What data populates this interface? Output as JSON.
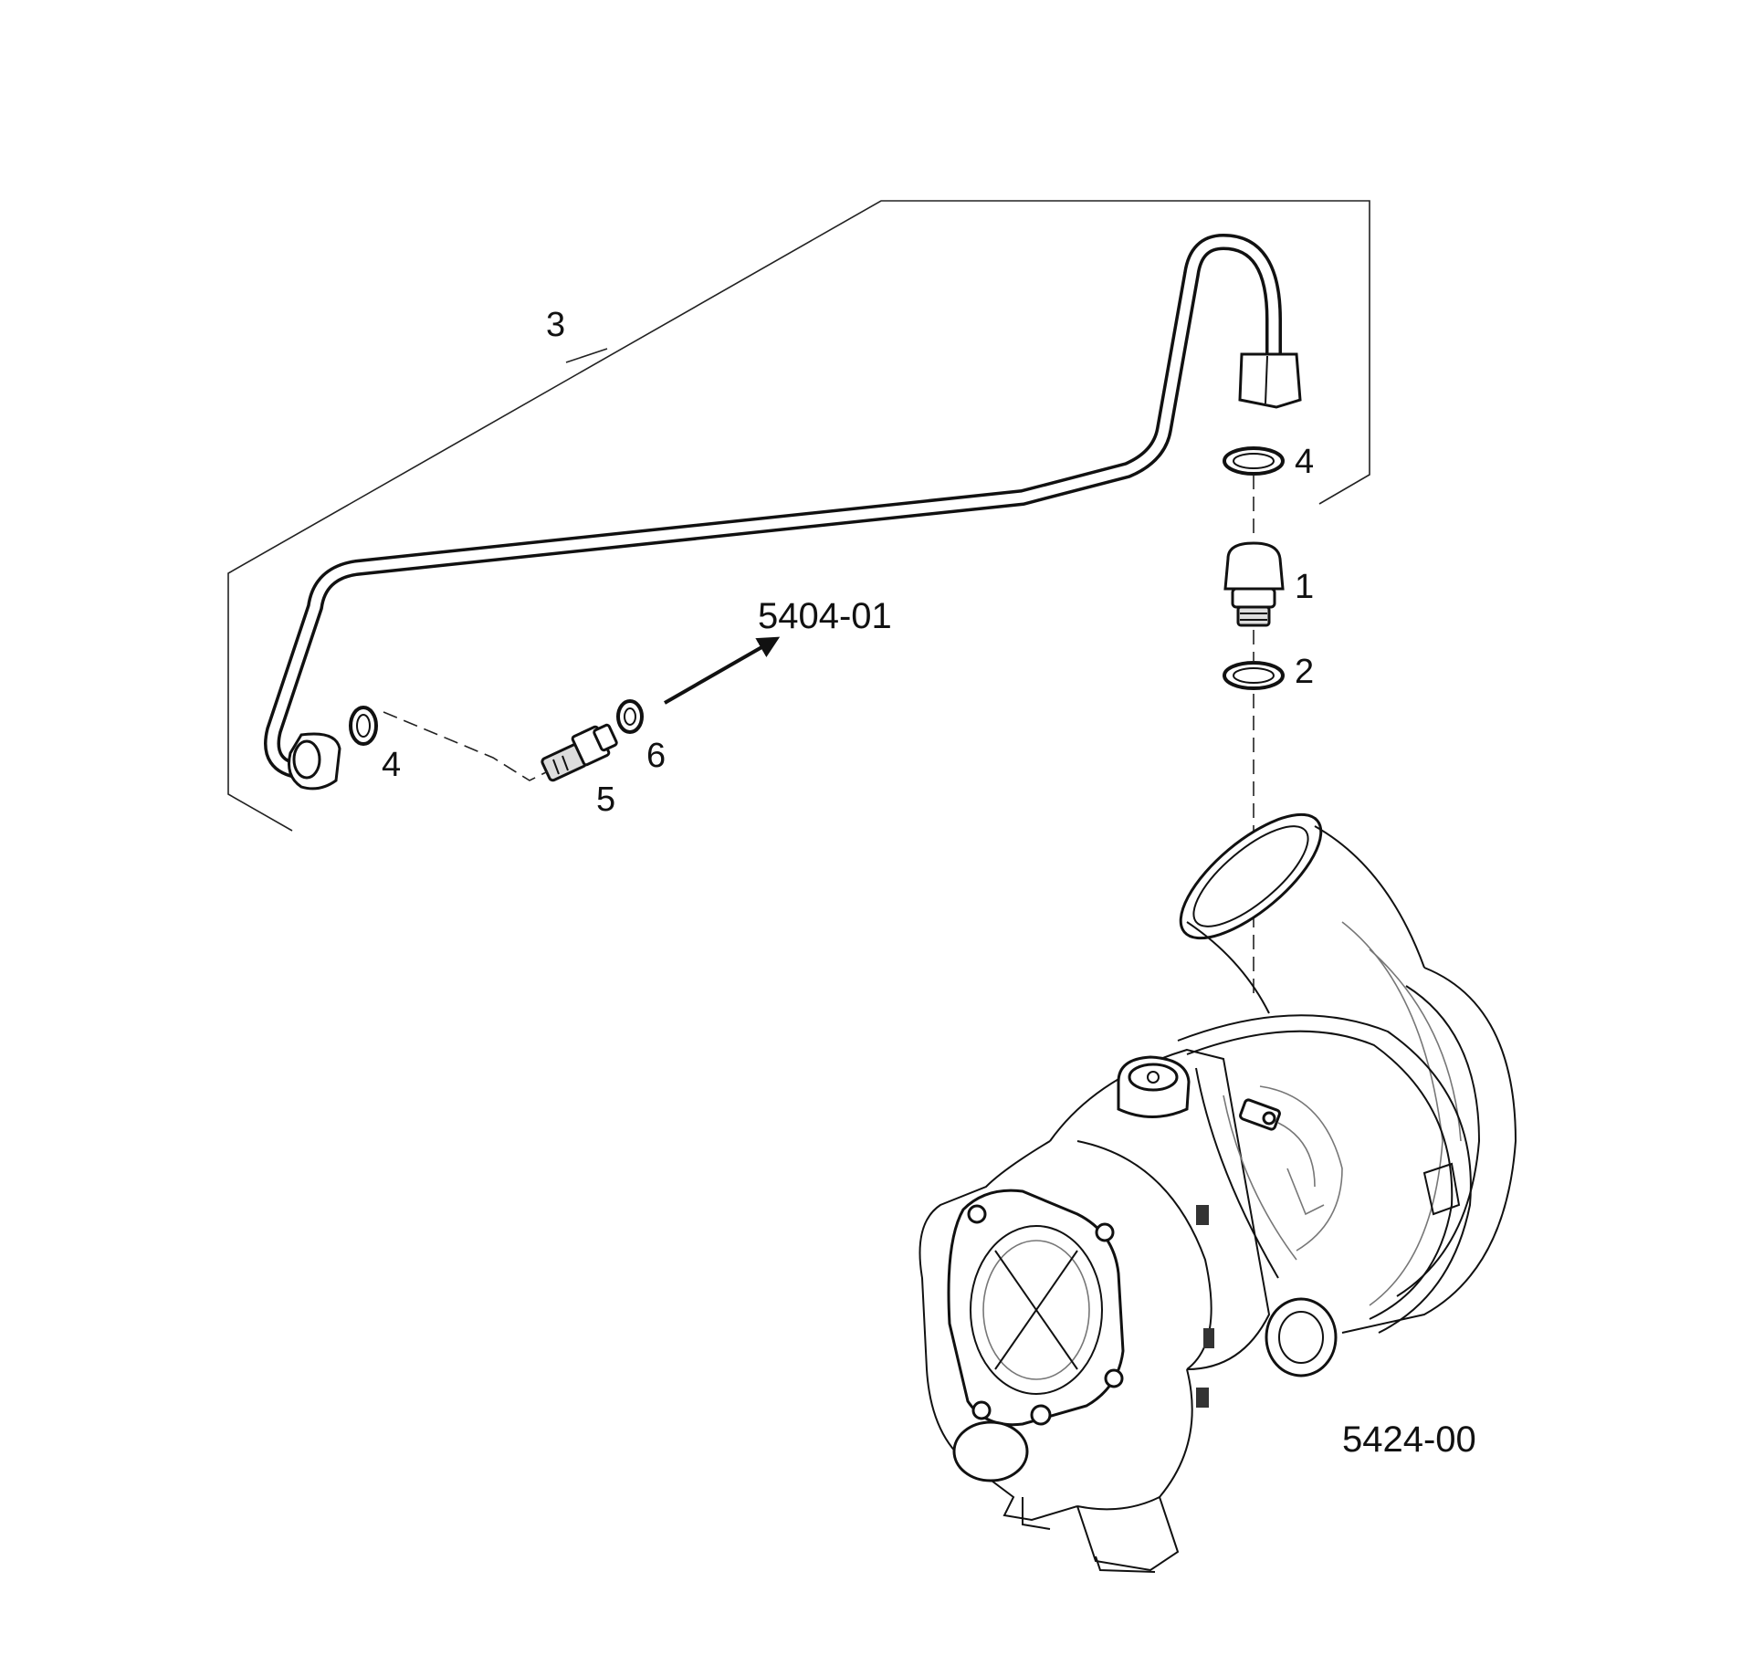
{
  "callouts": {
    "c1": "1",
    "c2": "2",
    "c3": "3",
    "c4a": "4",
    "c4b": "4",
    "c5": "5",
    "c6": "6"
  },
  "references": {
    "oil_line_ref": "5404-01",
    "turbo_ref": "5424-00"
  },
  "icons": [
    "oil-pipe-icon",
    "banjo-fitting-icon",
    "sealing-washer-icon",
    "adapter-fitting-icon",
    "turbocharger-icon",
    "arrow-icon"
  ]
}
